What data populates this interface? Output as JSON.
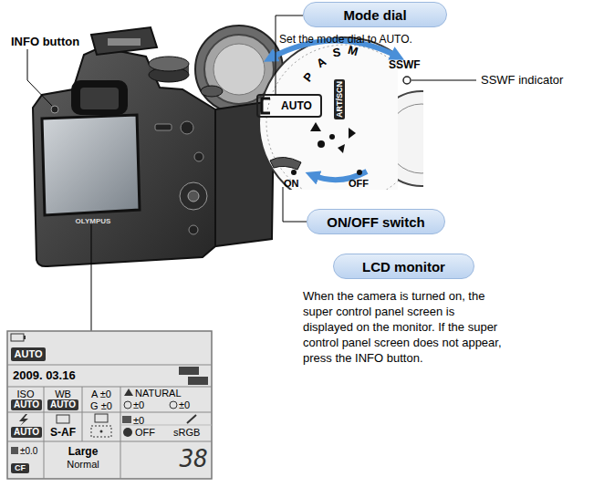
{
  "diagram": {
    "nodes": [
      {
        "text": [
          "Mode dial"
        ]
      },
      {
        "text": [
          "ON/OFF switch"
        ]
      },
      {
        "text": [
          "LCD monitor"
        ]
      }
    ],
    "labels": [
      "INFO button",
      "SSWF indicator",
      "SSWF",
      "Set the mode dial to AUTO.",
      "M",
      "S",
      "A",
      "P",
      "AUTO",
      "ART/SCN",
      "ON",
      "OFF",
      "OLYMPUS",
      "When the camera is turned on, the super control panel screen is displayed on the monitor. If the super control panel screen does not appear, press the INFO button.",
      "AUTO",
      "2009. 03.16",
      "ISO",
      "AUTO",
      "WB",
      "AUTO",
      "A ±0",
      "G ±0",
      "NATURAL",
      "±0",
      "±0",
      "±0",
      "AUTO",
      "S-AF",
      "OFF",
      "sRGB",
      "±0.0",
      "CF",
      "Large",
      "Normal",
      "38"
    ]
  }
}
